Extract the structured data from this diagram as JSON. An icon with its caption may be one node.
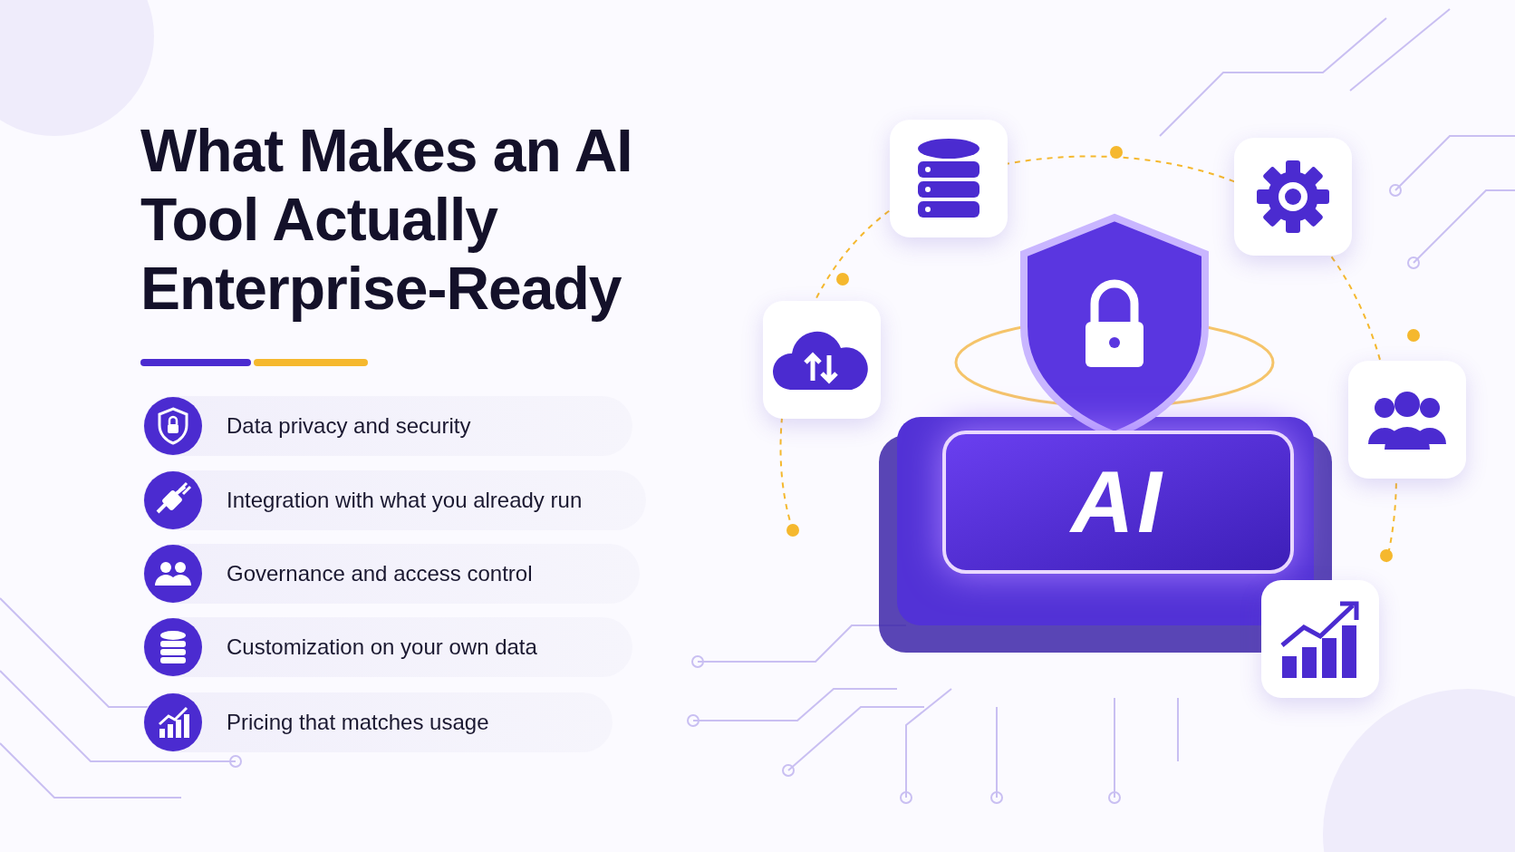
{
  "diagram": {
    "title": "What Makes an AI Tool Actually Enterprise-Ready",
    "nodes": [
      {
        "text": [
          "Data privacy and security"
        ]
      },
      {
        "text": [
          "Integration with what you already run"
        ]
      },
      {
        "text": [
          "Governance and access control"
        ]
      },
      {
        "text": [
          "Customization on your own data"
        ]
      },
      {
        "text": [
          "Pricing that matches usage"
        ]
      },
      {
        "text": [
          "AI"
        ]
      }
    ],
    "edges": []
  }
}
